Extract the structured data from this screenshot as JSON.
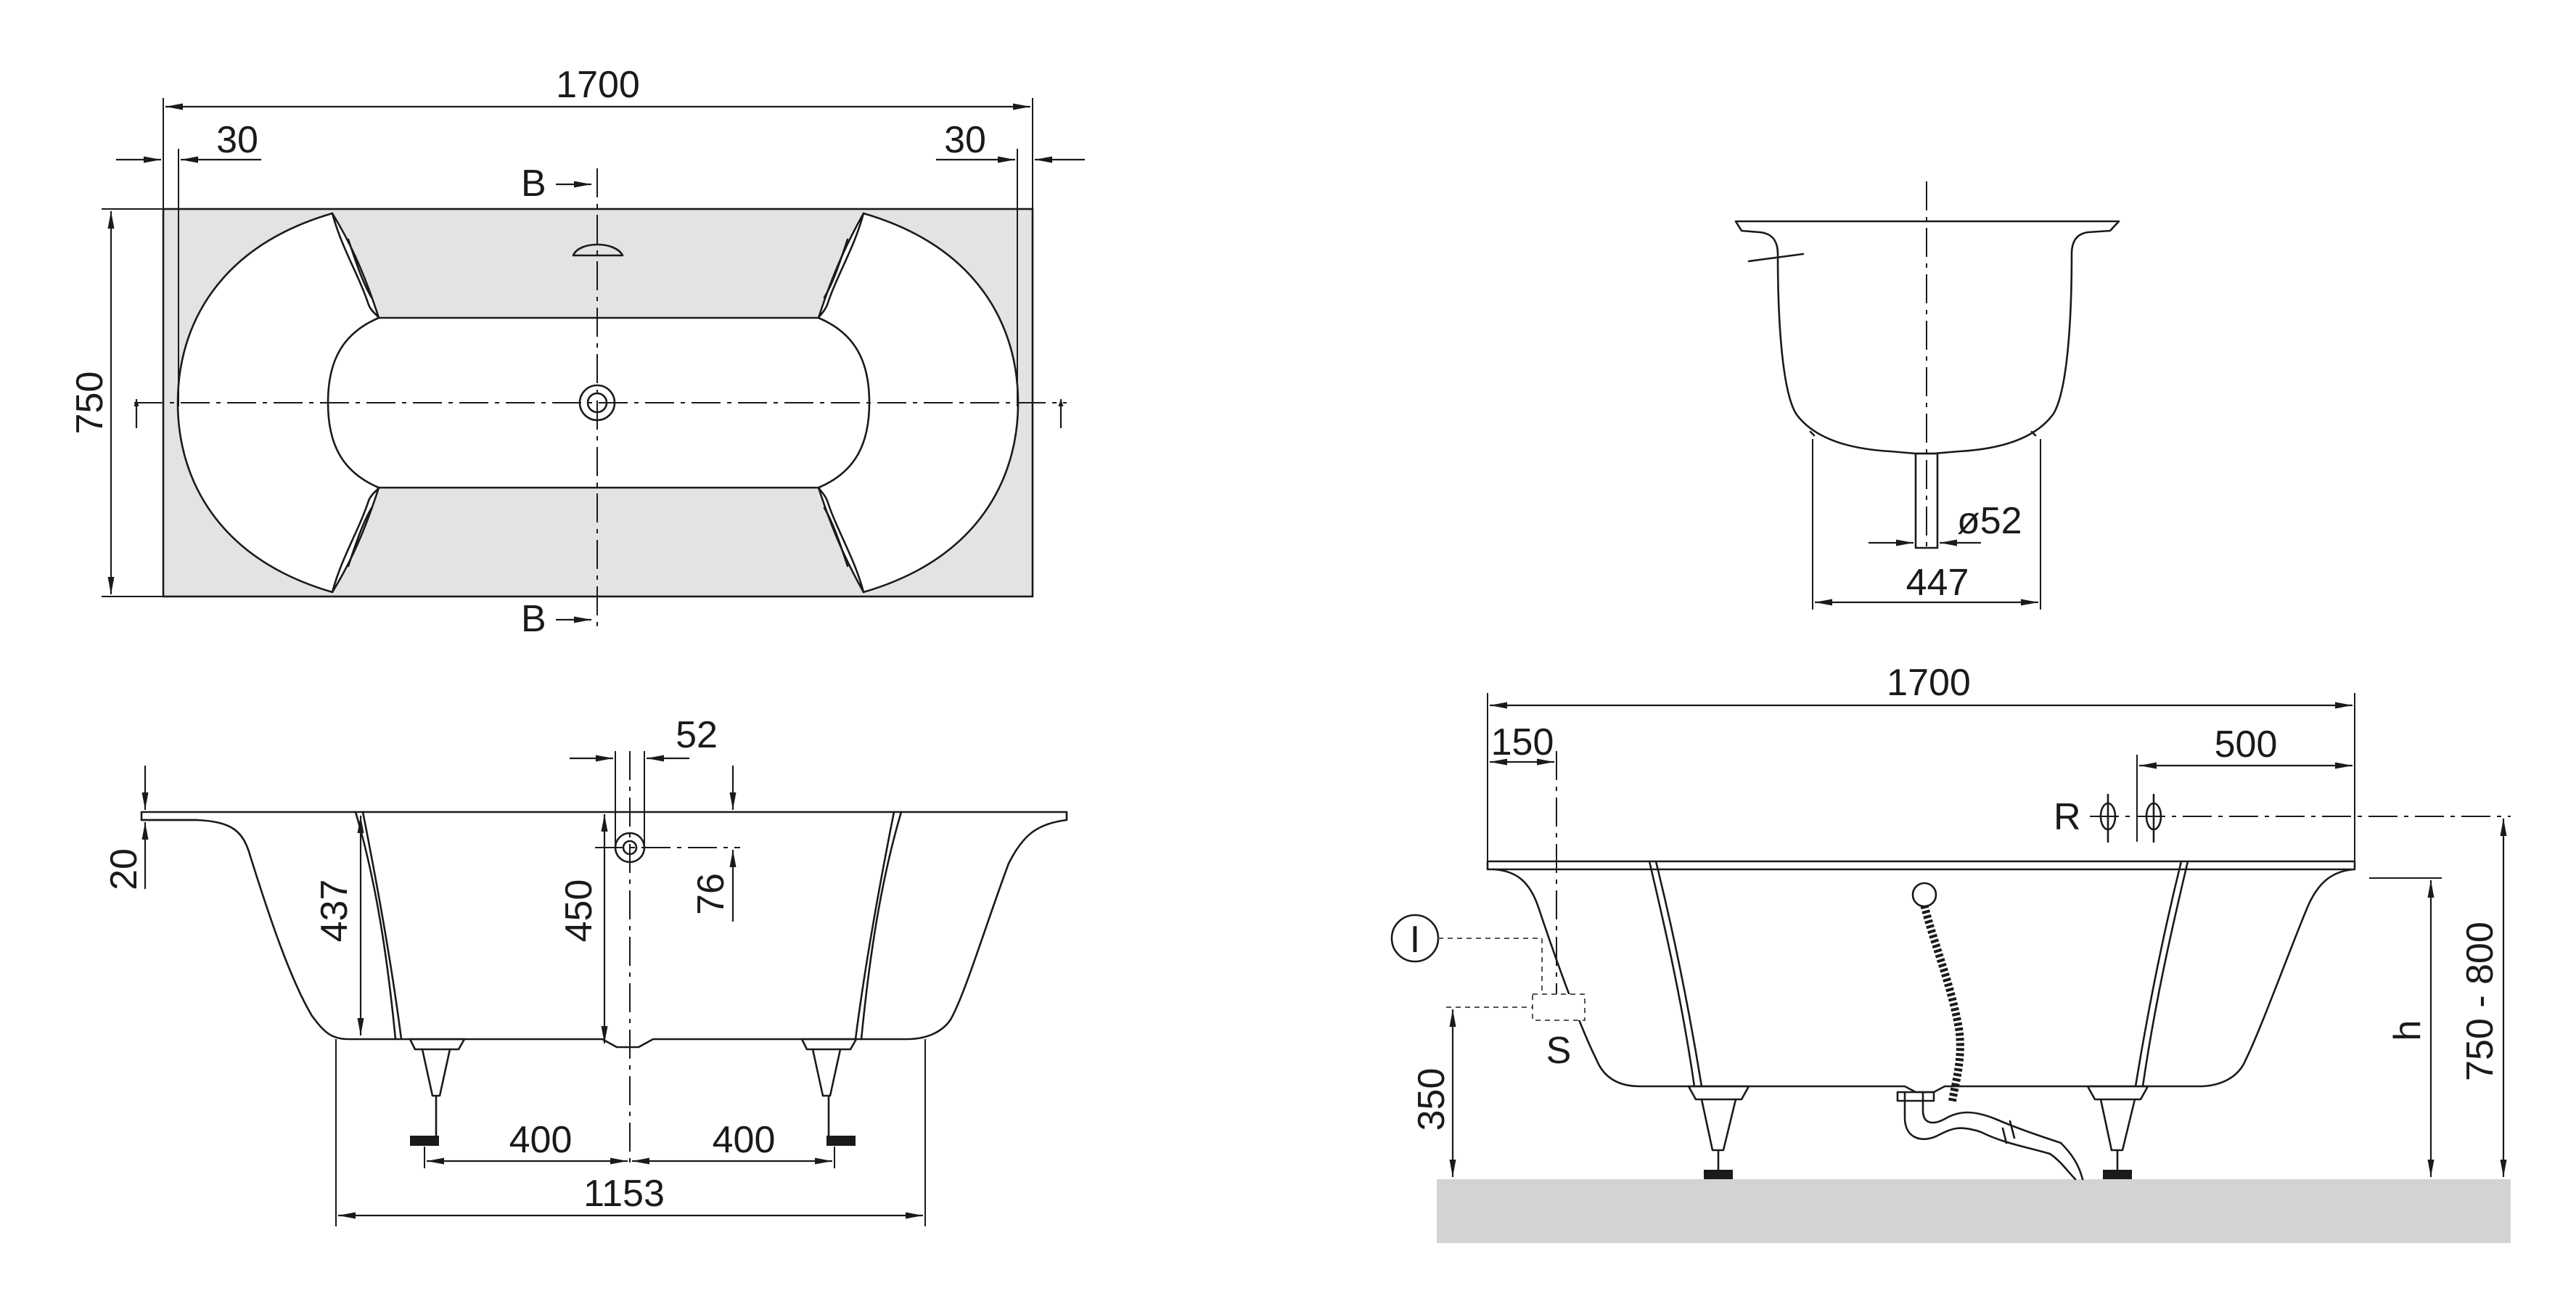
{
  "plan_view": {
    "overall_length": "1700",
    "left_rim": "30",
    "right_rim": "30",
    "width": "750",
    "section_top": "B",
    "section_bottom": "B"
  },
  "side_section": {
    "overflow_dia": "52",
    "rim": "20",
    "depth_437": "437",
    "depth_450": "450",
    "overflow_height": "76",
    "foot_left": "400",
    "foot_right": "400",
    "base_length": "1153"
  },
  "end_section": {
    "drain_dia": "ø52",
    "base_width": "447"
  },
  "install_view": {
    "overall_length": "1700",
    "offset_150": "150",
    "offset_500": "500",
    "label_r": "R",
    "label_s": "S",
    "label_i": "I",
    "label_350": "350",
    "label_h": "h",
    "label_height_range": "750 - 800"
  }
}
